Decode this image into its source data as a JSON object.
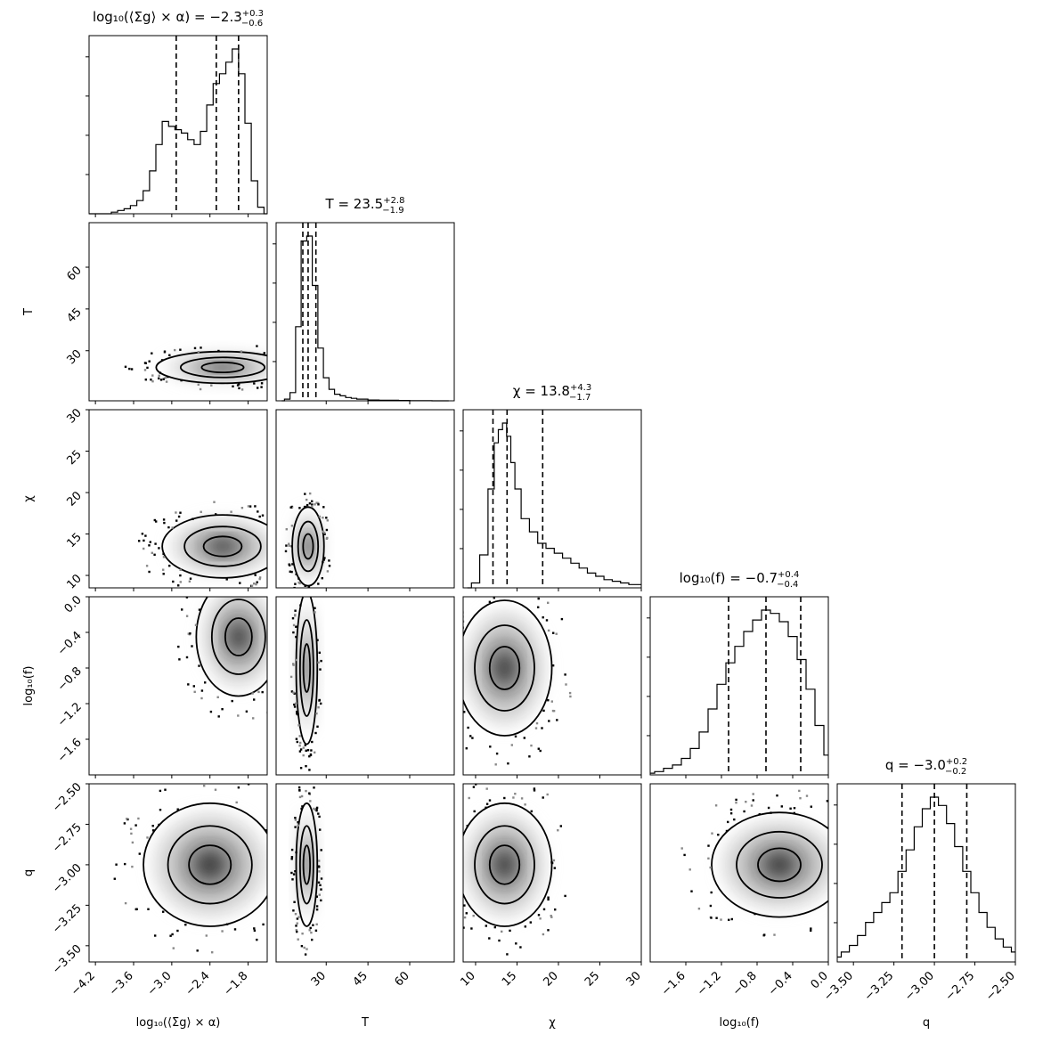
{
  "chart_data": {
    "type": "corner",
    "parameters": [
      {
        "key": "logSigma",
        "axis_label": "log₁₀(⟨Σg⟩ × α)",
        "title": "log₁₀(⟨Σg⟩ × α) = −2.3",
        "title_sup": "+0.3",
        "title_sub": "−0.6",
        "range": [
          -4.3,
          -1.5
        ],
        "ticks": [
          -4.2,
          -3.6,
          -3.0,
          -2.4,
          -1.8
        ],
        "tick_labels": [
          "−4.2",
          "−3.6",
          "−3.0",
          "−2.4",
          "−1.8"
        ],
        "quantiles": [
          -2.93,
          -2.3,
          -1.95
        ],
        "hist_x": [
          -4.3,
          -4.2,
          -4.1,
          -4.0,
          -3.9,
          -3.8,
          -3.7,
          -3.6,
          -3.5,
          -3.4,
          -3.3,
          -3.2,
          -3.1,
          -3.0,
          -2.9,
          -2.8,
          -2.7,
          -2.6,
          -2.5,
          -2.4,
          -2.3,
          -2.2,
          -2.1,
          -2.0,
          -1.9,
          -1.8,
          -1.7,
          -1.6,
          -1.5
        ],
        "hist_y": [
          0.0,
          0.0,
          0.0,
          0.0,
          0.01,
          0.02,
          0.03,
          0.05,
          0.08,
          0.14,
          0.26,
          0.42,
          0.56,
          0.53,
          0.51,
          0.49,
          0.45,
          0.42,
          0.5,
          0.66,
          0.79,
          0.85,
          0.92,
          1.0,
          0.85,
          0.55,
          0.2,
          0.04,
          0.0
        ]
      },
      {
        "key": "T",
        "axis_label": "T",
        "title": "T = 23.5",
        "title_sup": "+2.8",
        "title_sub": "−1.9",
        "range": [
          12,
          76
        ],
        "ticks": [
          30,
          45,
          60
        ],
        "tick_labels": [
          "30",
          "45",
          "60"
        ],
        "quantiles": [
          21.6,
          23.5,
          26.3
        ],
        "hist_x": [
          14,
          16,
          18,
          20,
          22,
          24,
          26,
          28,
          30,
          32,
          34,
          36,
          38,
          40,
          42,
          44,
          46,
          48,
          50,
          54,
          58,
          62,
          66,
          70,
          74
        ],
        "hist_y": [
          0.0,
          0.01,
          0.05,
          0.45,
          0.97,
          1.0,
          0.7,
          0.32,
          0.14,
          0.07,
          0.04,
          0.03,
          0.02,
          0.015,
          0.01,
          0.01,
          0.005,
          0.005,
          0.004,
          0.003,
          0.002,
          0.001,
          0.001,
          0.0,
          0.0
        ]
      },
      {
        "key": "chi",
        "axis_label": "χ",
        "title": "χ = 13.8",
        "title_sup": "+4.3",
        "title_sub": "−1.7",
        "range": [
          8.5,
          30
        ],
        "ticks": [
          10,
          15,
          20,
          25,
          30
        ],
        "tick_labels": [
          "10",
          "15",
          "20",
          "25",
          "30"
        ],
        "quantiles": [
          12.1,
          13.8,
          18.1
        ],
        "hist_x": [
          9,
          10,
          11,
          12,
          12.5,
          13,
          13.5,
          14,
          14.5,
          15,
          16,
          17,
          18,
          19,
          20,
          21,
          22,
          23,
          24,
          25,
          26,
          27,
          28,
          29,
          30
        ],
        "hist_y": [
          0.0,
          0.03,
          0.2,
          0.6,
          0.88,
          0.96,
          1.0,
          0.92,
          0.76,
          0.6,
          0.42,
          0.34,
          0.27,
          0.24,
          0.21,
          0.18,
          0.15,
          0.12,
          0.09,
          0.07,
          0.05,
          0.04,
          0.03,
          0.02,
          0.02
        ]
      },
      {
        "key": "logf",
        "axis_label": "log₁₀(f)",
        "title": "log₁₀(f) = −0.7",
        "title_sup": "+0.4",
        "title_sub": "−0.4",
        "range": [
          -2.0,
          0.0
        ],
        "ticks": [
          -1.6,
          -1.2,
          -0.8,
          -0.4,
          0.0
        ],
        "tick_labels": [
          "−1.6",
          "−1.2",
          "−0.8",
          "−0.4",
          "0.0"
        ],
        "quantiles": [
          -1.12,
          -0.7,
          -0.31
        ],
        "hist_x": [
          -2.0,
          -1.9,
          -1.8,
          -1.7,
          -1.6,
          -1.5,
          -1.4,
          -1.3,
          -1.2,
          -1.1,
          -1.0,
          -0.9,
          -0.8,
          -0.7,
          -0.6,
          -0.5,
          -0.4,
          -0.3,
          -0.2,
          -0.1,
          0.0
        ],
        "hist_y": [
          0.01,
          0.02,
          0.04,
          0.06,
          0.1,
          0.16,
          0.26,
          0.4,
          0.55,
          0.68,
          0.78,
          0.87,
          0.94,
          1.0,
          0.98,
          0.93,
          0.84,
          0.7,
          0.52,
          0.3,
          0.12
        ]
      },
      {
        "key": "q",
        "axis_label": "q",
        "title": "q = −3.0",
        "title_sup": "+0.2",
        "title_sub": "−0.2",
        "range": [
          -3.6,
          -2.5
        ],
        "ticks": [
          -3.5,
          -3.25,
          -3.0,
          -2.75,
          -2.5
        ],
        "tick_labels": [
          "−3.50",
          "−3.25",
          "−3.00",
          "−2.75",
          "−2.50"
        ],
        "quantiles": [
          -3.2,
          -3.0,
          -2.8
        ],
        "hist_x": [
          -3.6,
          -3.55,
          -3.5,
          -3.45,
          -3.4,
          -3.35,
          -3.3,
          -3.25,
          -3.2,
          -3.15,
          -3.1,
          -3.05,
          -3.0,
          -2.95,
          -2.9,
          -2.85,
          -2.8,
          -2.75,
          -2.7,
          -2.65,
          -2.6,
          -2.55,
          -2.5
        ],
        "hist_y": [
          0.03,
          0.06,
          0.1,
          0.16,
          0.24,
          0.3,
          0.36,
          0.42,
          0.55,
          0.68,
          0.82,
          0.93,
          1.0,
          0.95,
          0.84,
          0.7,
          0.55,
          0.42,
          0.3,
          0.21,
          0.14,
          0.09,
          0.06
        ]
      }
    ],
    "pairs": [
      {
        "x": 0,
        "y": 1,
        "center": [
          -2.2,
          24
        ],
        "spread": [
          0.55,
          3
        ]
      },
      {
        "x": 0,
        "y": 2,
        "center": [
          -2.2,
          13.5
        ],
        "spread": [
          0.5,
          2
        ]
      },
      {
        "x": 0,
        "y": 3,
        "center": [
          -1.95,
          -0.45
        ],
        "spread": [
          0.35,
          0.35
        ]
      },
      {
        "x": 0,
        "y": 4,
        "center": [
          -2.4,
          -3.0
        ],
        "spread": [
          0.55,
          0.2
        ]
      },
      {
        "x": 1,
        "y": 2,
        "center": [
          23.5,
          13.5
        ],
        "spread": [
          3,
          2.5
        ]
      },
      {
        "x": 1,
        "y": 3,
        "center": [
          23,
          -0.8
        ],
        "spread": [
          2,
          0.45
        ]
      },
      {
        "x": 1,
        "y": 4,
        "center": [
          23,
          -3.0
        ],
        "spread": [
          2,
          0.2
        ]
      },
      {
        "x": 2,
        "y": 3,
        "center": [
          13.5,
          -0.8
        ],
        "spread": [
          3,
          0.4
        ]
      },
      {
        "x": 2,
        "y": 4,
        "center": [
          13.5,
          -3.0
        ],
        "spread": [
          3,
          0.2
        ]
      },
      {
        "x": 3,
        "y": 4,
        "center": [
          -0.55,
          -3.0
        ],
        "spread": [
          0.4,
          0.17
        ]
      }
    ]
  }
}
